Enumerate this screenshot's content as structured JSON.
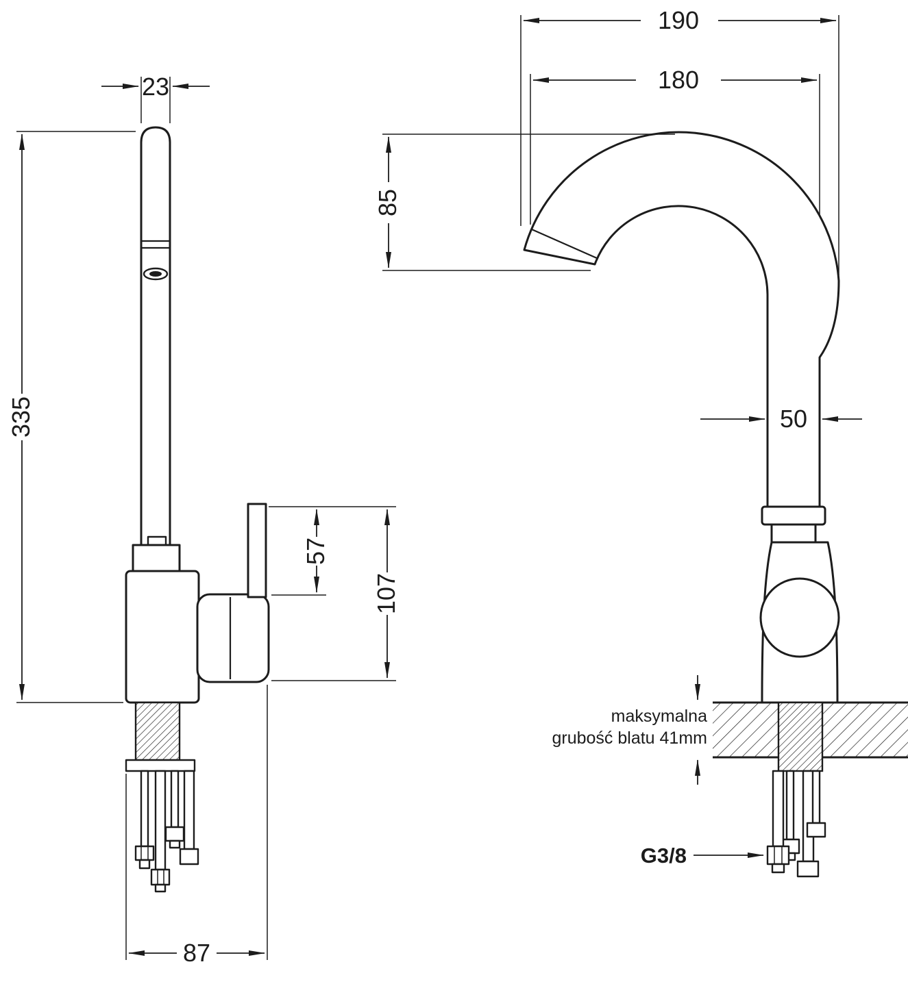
{
  "drawing": {
    "side_view": {
      "dim_spout_diameter": "23",
      "dim_total_height": "335",
      "dim_handle_height": "57",
      "dim_body_height": "107",
      "dim_base_depth": "87"
    },
    "front_view": {
      "dim_overall_reach": "190",
      "dim_spout_reach": "180",
      "dim_spout_drop": "85",
      "dim_column_width": "50",
      "note_counter_line1": "maksymalna",
      "note_counter_line2": "grubość blatu 41mm",
      "label_thread": "G3/8"
    },
    "colors": {
      "line": "#1c1c1c",
      "background": "#ffffff"
    }
  }
}
